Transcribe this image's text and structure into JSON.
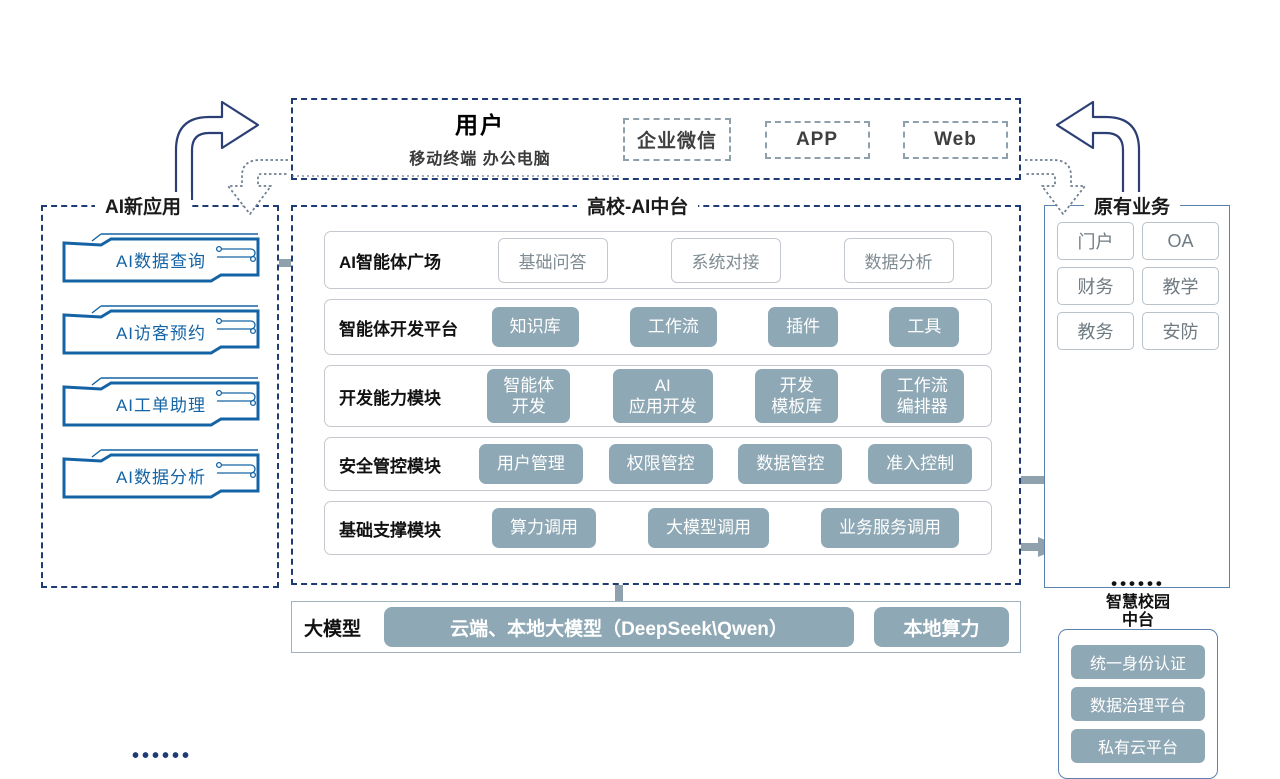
{
  "user_panel": {
    "title": "用户",
    "subtitle": "移动终端  办公电脑",
    "tags": [
      {
        "label": "企业微信"
      },
      {
        "label": "APP"
      },
      {
        "label": "Web"
      }
    ]
  },
  "left_panel": {
    "title": "AI新应用",
    "apps": [
      {
        "label": "AI数据查询"
      },
      {
        "label": "AI访客预约"
      },
      {
        "label": "AI工单助理"
      },
      {
        "label": "AI数据分析"
      }
    ],
    "more": "••••••"
  },
  "center_panel": {
    "title": "高校-AI中台",
    "rows": [
      {
        "label": "AI智能体广场",
        "style": "outline",
        "chips": [
          {
            "label": "基础问答"
          },
          {
            "label": "系统对接"
          },
          {
            "label": "数据分析"
          }
        ]
      },
      {
        "label": "智能体开发平台",
        "style": "solid",
        "chips": [
          {
            "label": "知识库"
          },
          {
            "label": "工作流"
          },
          {
            "label": "插件"
          },
          {
            "label": "工具"
          }
        ]
      },
      {
        "label": "开发能力模块",
        "style": "solid",
        "chips": [
          {
            "label": "智能体\n开发"
          },
          {
            "label": "AI\n应用开发"
          },
          {
            "label": "开发\n模板库"
          },
          {
            "label": "工作流\n编排器"
          }
        ]
      },
      {
        "label": "安全管控模块",
        "style": "solid",
        "chips": [
          {
            "label": "用户管理"
          },
          {
            "label": "权限管控"
          },
          {
            "label": "数据管控"
          },
          {
            "label": "准入控制"
          }
        ]
      },
      {
        "label": "基础支撑模块",
        "style": "solid",
        "chips": [
          {
            "label": "算力调用"
          },
          {
            "label": "大模型调用"
          },
          {
            "label": "业务服务调用"
          }
        ]
      }
    ]
  },
  "bottom_bar": {
    "label": "大模型",
    "main_pill": "云端、本地大模型（DeepSeek\\Qwen）",
    "compute_pill": "本地算力"
  },
  "right_panel": {
    "title": "原有业务",
    "systems": [
      {
        "label": "门户"
      },
      {
        "label": "OA"
      },
      {
        "label": "财务"
      },
      {
        "label": "教学"
      },
      {
        "label": "教务"
      },
      {
        "label": "安防"
      }
    ],
    "more": "••••••",
    "campus_title_line1": "智慧校园",
    "campus_title_line2": "中台",
    "campus_items": [
      {
        "label": "统一身份认证"
      },
      {
        "label": "数据治理平台"
      },
      {
        "label": "私有云平台"
      }
    ]
  },
  "colors": {
    "dark_blue": "#1f3b73",
    "accent_blue": "#1464a5",
    "chip_gray_blue": "#8fa8b5",
    "outline_gray": "#c3c9cf",
    "arrow_gray": "#8fa1ad",
    "panel_border_blue": "#5b82ad"
  }
}
